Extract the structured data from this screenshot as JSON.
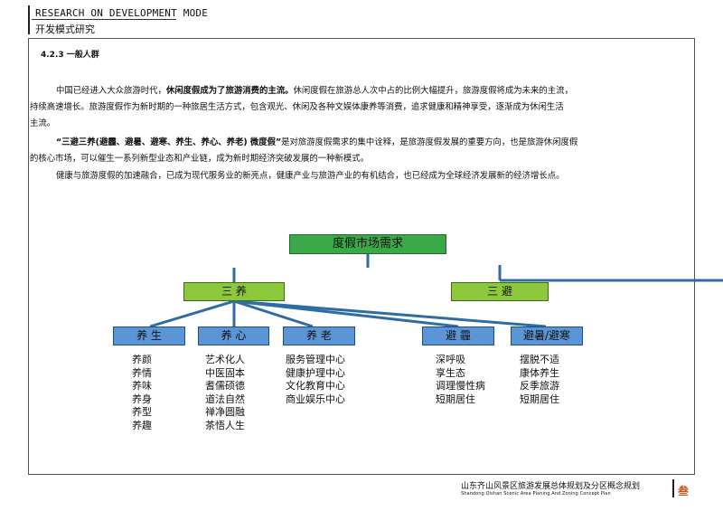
{
  "header": {
    "title_en": "RESEARCH ON DEVELOPMENT MODE",
    "title_cn": "开发模式研究"
  },
  "section": {
    "heading": "4.2.3  一般人群",
    "p1_l1_a": "中国已经进入大众旅游时代，",
    "p1_l1_b": "休闲度假成为了旅游消费的主流。",
    "p1_l1_c": "休闲度假在旅游总人次中占的比例大幅提升，旅游度假将成为未来的主流，",
    "p1_l2": "持续高速增长。旅游度假作为新时期的一种旅居生活方式，包含观光、休闲及各种文娱体康养等消费，追求健康和精神享受，逐渐成为休闲生活",
    "p1_l3": "主流。",
    "p2_l1_a": "“三避三养(避霾、避暑、避寒、养生、养心、养老) 微度假”",
    "p2_l1_b": "是对旅游度假需求的集中诠释，是旅游度假发展的重要方向，也是旅游休闲度假",
    "p2_l2": "的核心市场，可以催生一系列新型业态和产业链，成为新时期经济突破发展的一种新模式。",
    "p3_l1": "健康与旅游度假的加速融合，已成为现代服务业的新亮点，健康产业与旅游产业的有机结合，也已经成为全球经济发展新的经济增长点。"
  },
  "diagram": {
    "root": "度假市场需求",
    "group_left": "三    养",
    "group_right": "三    避",
    "categories": [
      {
        "label": "养 生",
        "items": [
          "养颜",
          "养情",
          "养味",
          "养身",
          "养型",
          "养趣"
        ]
      },
      {
        "label": "养 心",
        "items": [
          "艺术化人",
          "中医固本",
          "耆儒硕德",
          "道法自然",
          "禅净圆融",
          "茶悟人生"
        ]
      },
      {
        "label": "养 老",
        "items": [
          "服务管理中心",
          "健康护理中心",
          "文化教育中心",
          "商业娱乐中心"
        ]
      },
      {
        "label": "避 霾",
        "items": [
          "深呼吸",
          "享生态",
          "调理慢性病",
          "短期居住"
        ]
      },
      {
        "label": "避暑/避寒",
        "items": [
          "摆脱不适",
          "康体养生",
          "反季旅游",
          "短期居住"
        ]
      }
    ],
    "colors": {
      "root": "#3aaa48",
      "group": "#8cc83c",
      "category": "#5b95d6",
      "link": "#2e6da4"
    }
  },
  "footer": {
    "title_cn": "山东齐山风景区旅游发展总体规划及分区概念规划",
    "title_en": "Shandong Qishan Scenic Area Planing And Zoning Concept Plan",
    "page": "叁"
  }
}
